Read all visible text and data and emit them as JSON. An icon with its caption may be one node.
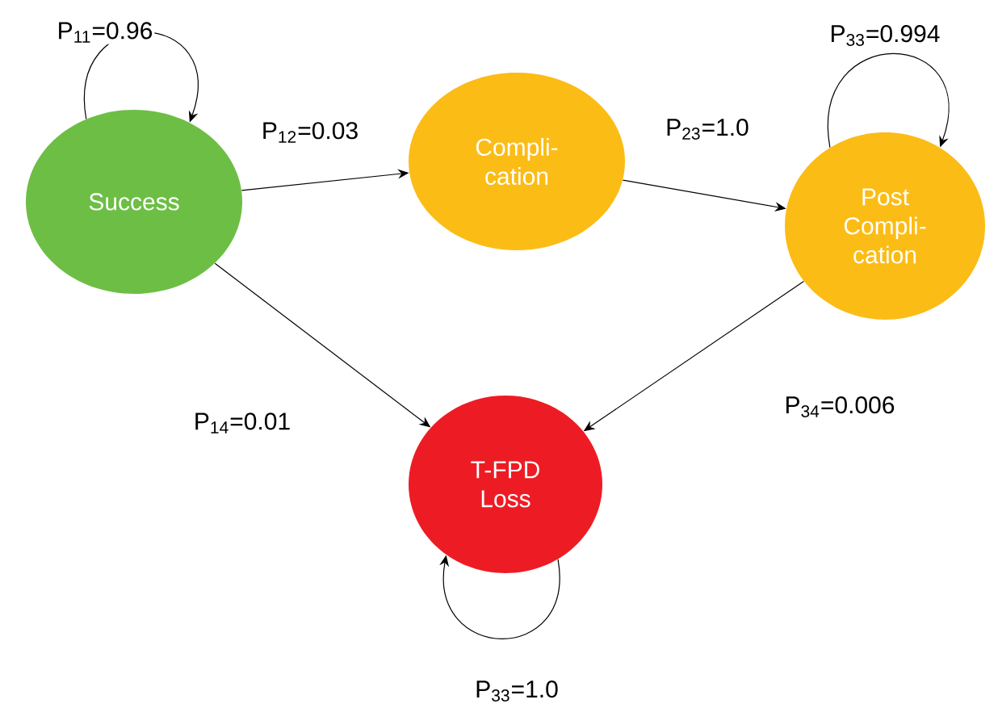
{
  "diagram": {
    "nodes": [
      {
        "text": [
          "Success"
        ]
      },
      {
        "text": [
          "Compli-cation"
        ]
      },
      {
        "text": [
          "Post Compli-cation"
        ]
      },
      {
        "text": [
          "T-FPD Loss"
        ]
      }
    ],
    "edges": [
      {
        "from": 0,
        "to": 0,
        "arrow": "to",
        "label": "P$_{11}$=0.96"
      },
      {
        "from": 0,
        "to": 1,
        "arrow": "to",
        "label": "P$_{12}$=0.03"
      },
      {
        "from": 1,
        "to": 2,
        "arrow": "to",
        "label": "P$_{23}$=1.0"
      },
      {
        "from": 2,
        "to": 2,
        "arrow": "to",
        "label": "P$_{33}$=0.994"
      },
      {
        "from": 0,
        "to": 3,
        "arrow": "to",
        "label": "P$_{14}$=0.01"
      },
      {
        "from": 2,
        "to": 3,
        "arrow": "to",
        "label": "P$_{34}$=0.006"
      },
      {
        "from": 3,
        "to": 3,
        "arrow": "to",
        "label": "P$_{33}$=1.0"
      }
    ]
  }
}
